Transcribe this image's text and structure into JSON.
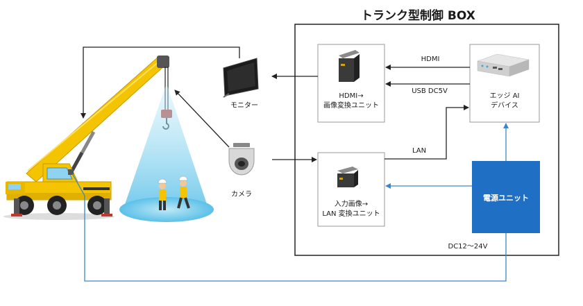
{
  "box": {
    "title": "トランク型制御 BOX"
  },
  "nodes": {
    "monitor": {
      "label": "モニター"
    },
    "camera": {
      "label": "カメラ"
    },
    "hdmi_converter": {
      "line1": "HDMI→",
      "line2": "画像変換ユニット"
    },
    "lan_converter": {
      "line1": "入力画像→",
      "line2": "LAN 変換ユニット"
    },
    "edge_ai": {
      "line1": "エッジ AI",
      "line2": "デバイス"
    },
    "power_unit": {
      "label": "電源ユニット"
    }
  },
  "edges": {
    "hdmi": "HDMI",
    "usb": "USB DC5V",
    "lan": "LAN",
    "dc": "DC12〜24V"
  },
  "colors": {
    "crane_yellow": "#f5c400",
    "power_blue": "#1f6fc4",
    "blue_line": "#3d85c6",
    "light_beam": "#5bc0e8"
  }
}
